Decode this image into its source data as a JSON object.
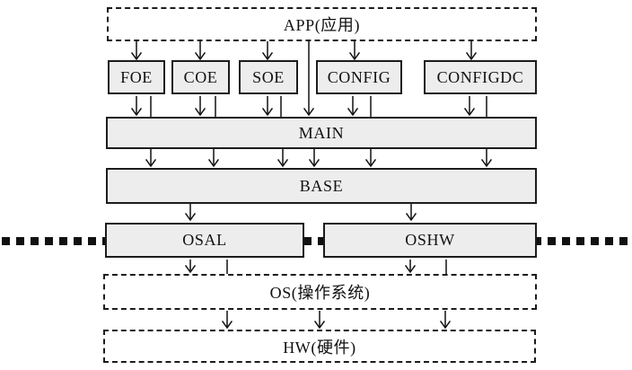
{
  "diagram": {
    "app": {
      "label": "APP(应用)"
    },
    "modules": [
      {
        "id": "foe",
        "label": "FOE"
      },
      {
        "id": "coe",
        "label": "COE"
      },
      {
        "id": "soe",
        "label": "SOE"
      },
      {
        "id": "config",
        "label": "CONFIG"
      },
      {
        "id": "configdc",
        "label": "CONFIGDC"
      }
    ],
    "main": {
      "label": "MAIN"
    },
    "base": {
      "label": "BASE"
    },
    "osal": {
      "label": "OSAL"
    },
    "oshw": {
      "label": "OSHW"
    },
    "os": {
      "label": "OS(操作系统)"
    },
    "hw": {
      "label": "HW(硬件)"
    }
  },
  "colors": {
    "background": "#ffffff",
    "box_fill": "#ededed",
    "border": "#1c1c1c",
    "divider_dots": "#111111",
    "arrow": "#111111"
  }
}
